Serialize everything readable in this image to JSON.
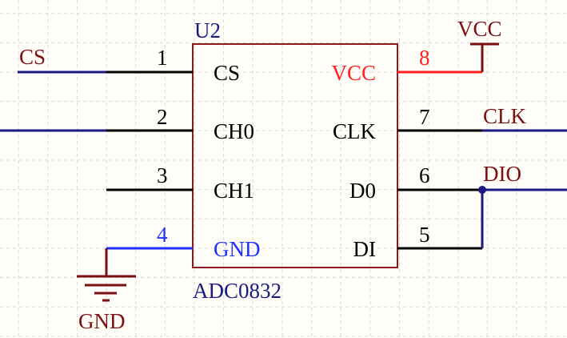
{
  "component": {
    "designator": "U2",
    "part": "ADC0832",
    "left_pins": [
      {
        "number": "1",
        "name": "CS"
      },
      {
        "number": "2",
        "name": "CH0"
      },
      {
        "number": "3",
        "name": "CH1"
      },
      {
        "number": "4",
        "name": "GND"
      }
    ],
    "right_pins": [
      {
        "number": "8",
        "name": "VCC"
      },
      {
        "number": "7",
        "name": "CLK"
      },
      {
        "number": "6",
        "name": "D0"
      },
      {
        "number": "5",
        "name": "DI"
      }
    ]
  },
  "nets": {
    "cs": "CS",
    "clk": "CLK",
    "dio": "DIO",
    "vcc": "VCC",
    "gnd": "GND"
  },
  "colors": {
    "wire": "#1a1a80",
    "pin": "#000000",
    "body": "#8b1a1a",
    "power": "#7a1010",
    "vcc_pin": "#ff2020",
    "gnd_pin": "#2030ff",
    "grid": "#d8d8d8"
  }
}
